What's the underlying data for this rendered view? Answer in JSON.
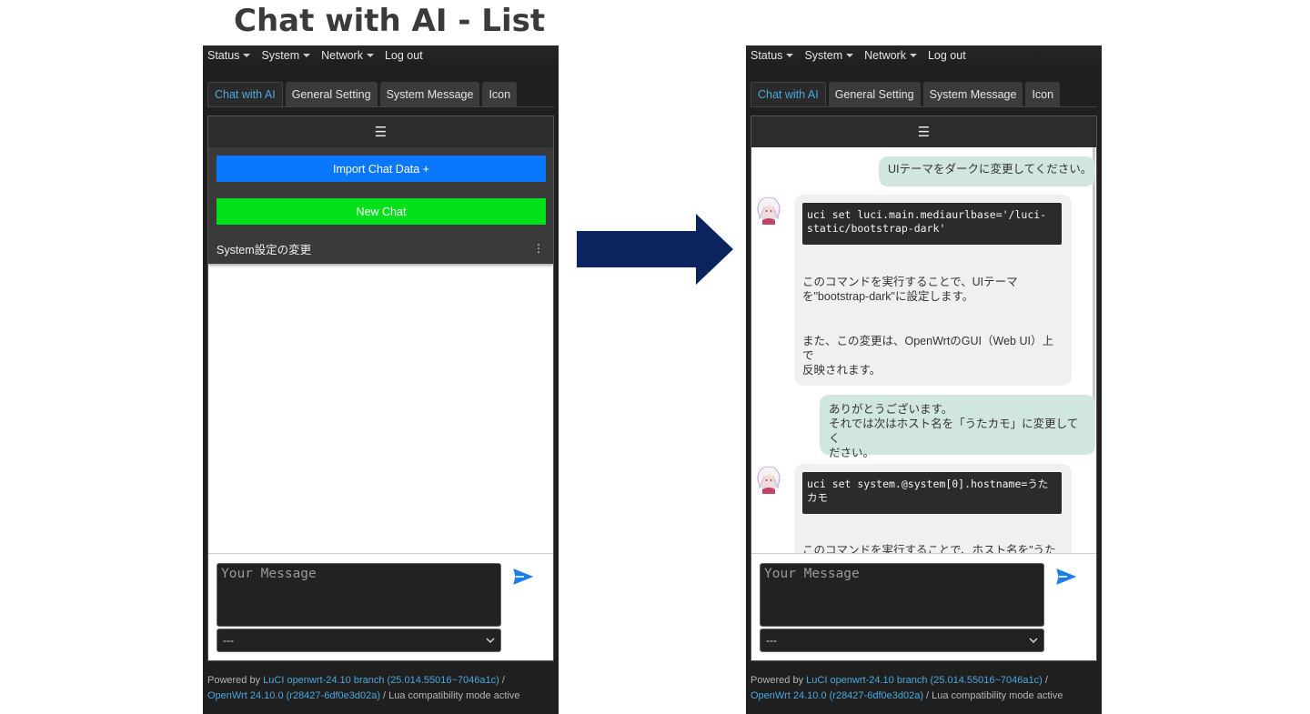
{
  "slide_title": "Chat with AI - List",
  "menu": {
    "items": [
      "Status",
      "System",
      "Network"
    ],
    "logout": "Log out"
  },
  "tabs": [
    "Chat with AI",
    "General Setting",
    "System Message",
    "Icon"
  ],
  "hamburger": "☰",
  "chat_list": {
    "import_button": "Import Chat Data +",
    "new_chat_button": "New Chat",
    "entries": [
      {
        "title": "System設定の変更",
        "menu": "⋮"
      }
    ]
  },
  "conversation": {
    "user1": "UIテーマをダークに変更してください。",
    "ai1_code": "uci set luci.main.mediaurlbase='/luci-static/bootstrap-dark'",
    "ai1_code_line1": "uci set luci.main.mediaurlbase='/luci-",
    "ai1_code_line2": "static/bootstrap-dark'",
    "ai1_text1_line1": "このコマンドを実行することで、UIテーマ",
    "ai1_text1_line2": "を\"bootstrap-dark\"に設定します。",
    "ai1_text2_line1": "また、この変更は、OpenWrtのGUI（Web UI）上で",
    "ai1_text2_line2": "反映されます。",
    "user2_line1": "ありがとうございます。",
    "user2_line2": "それでは次はホスト名を「うたカモ」に変更してく",
    "user2_line3": "ださい。",
    "ai2_code_line1": "uci set system.@system[0].hostname=うた",
    "ai2_code_line2": "カモ",
    "ai2_text_partial": "このコマンドを実行することで、ホスト名を\"うた"
  },
  "input": {
    "placeholder": "Your Message",
    "model_selected": "---"
  },
  "footer": {
    "powered_by": "Powered by ",
    "luci_link": "LuCI openwrt-24.10 branch (25.014.55016~7046a1c)",
    "sep": " /",
    "openwrt_link": "OpenWrt 24.10.0 (r28427-6df0e3d02a)",
    "compat": " / Lua compatibility mode active"
  },
  "colors": {
    "accent_blue": "#0a77ff",
    "new_chat_green": "#00e11b",
    "link": "#4aa9de",
    "arrow": "#0b2460",
    "user_bubble": "#d1e7dd"
  },
  "icons": {
    "send": "send-icon",
    "menu": "hamburger-icon",
    "arrow": "right-arrow-icon"
  }
}
